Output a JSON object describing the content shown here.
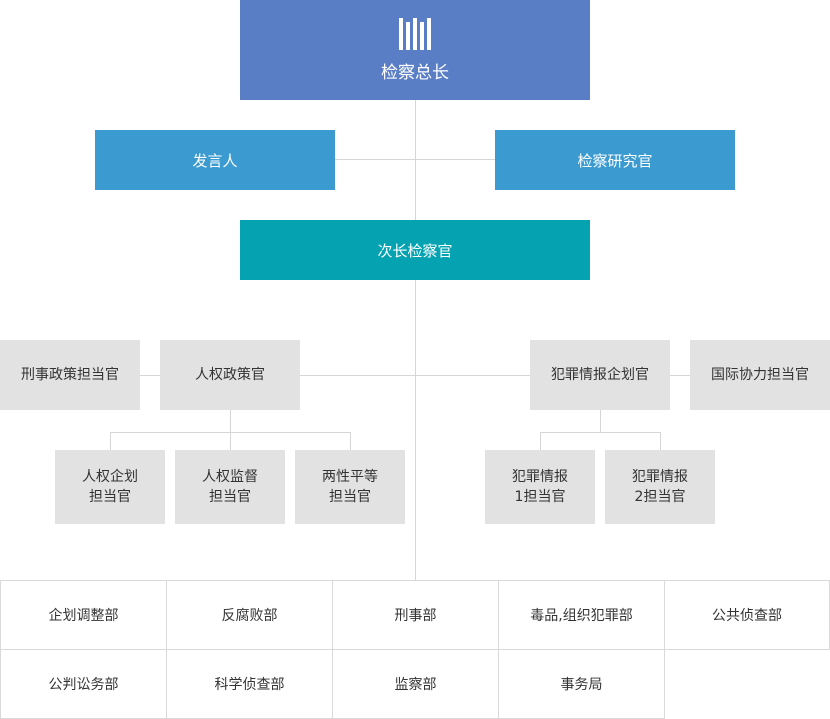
{
  "top": {
    "title": "检察总长",
    "logo_icon": "prosecution-emblem-icon"
  },
  "row2": {
    "left": "发言人",
    "right": "检察研究官"
  },
  "deputy": "次长检察官",
  "left_group": {
    "side": "刑事政策担当官",
    "head": "人权政策官",
    "subs": [
      "人权企划\n担当官",
      "人权监督\n担当官",
      "两性平等\n担当官"
    ]
  },
  "right_group": {
    "head": "犯罪情报企划官",
    "side": "国际协力担当官",
    "subs": [
      "犯罪情报\n1担当官",
      "犯罪情报\n2担当官"
    ]
  },
  "departments": [
    [
      "企划调整部",
      "反腐败部",
      "刑事部",
      "毒品,组织犯罪部",
      "公共侦查部"
    ],
    [
      "公判讼务部",
      "科学侦查部",
      "监察部",
      "事务局",
      ""
    ]
  ],
  "colors": {
    "top": "#5a7ec6",
    "blue": "#3b9bd1",
    "teal": "#05a3b2",
    "gray": "#e2e2e2",
    "line": "#d6d6d6"
  }
}
